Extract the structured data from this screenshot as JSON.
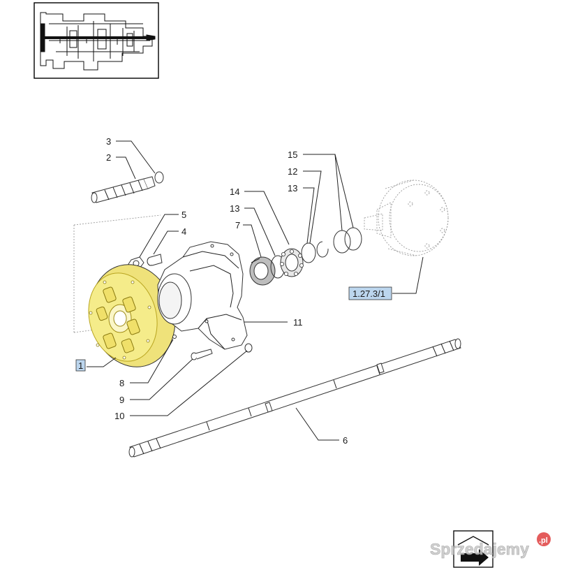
{
  "callouts": {
    "c1": "1",
    "c2": "2",
    "c3": "3",
    "c4": "4",
    "c5": "5",
    "c6": "6",
    "c7": "7",
    "c8": "8",
    "c9": "9",
    "c10": "10",
    "c11": "11",
    "c12": "12",
    "c13a": "13",
    "c13b": "13",
    "c14": "14",
    "c15": "15"
  },
  "reference": {
    "label": "1.27.3/1"
  },
  "watermark": {
    "text": "Sprzedajemy",
    "suffix": ".pl"
  },
  "colors": {
    "highlight": "#f5ec8a",
    "highlight_stroke": "#b9a520",
    "label_box": "#bcd6ee",
    "ghost": "#9a9a9a",
    "watermark_text": "#c9c9c9",
    "watermark_badge": "#e04040"
  },
  "icons": {
    "thumbnail": "transmission-cutaway-icon",
    "corner": "next-page-arrow-icon"
  }
}
